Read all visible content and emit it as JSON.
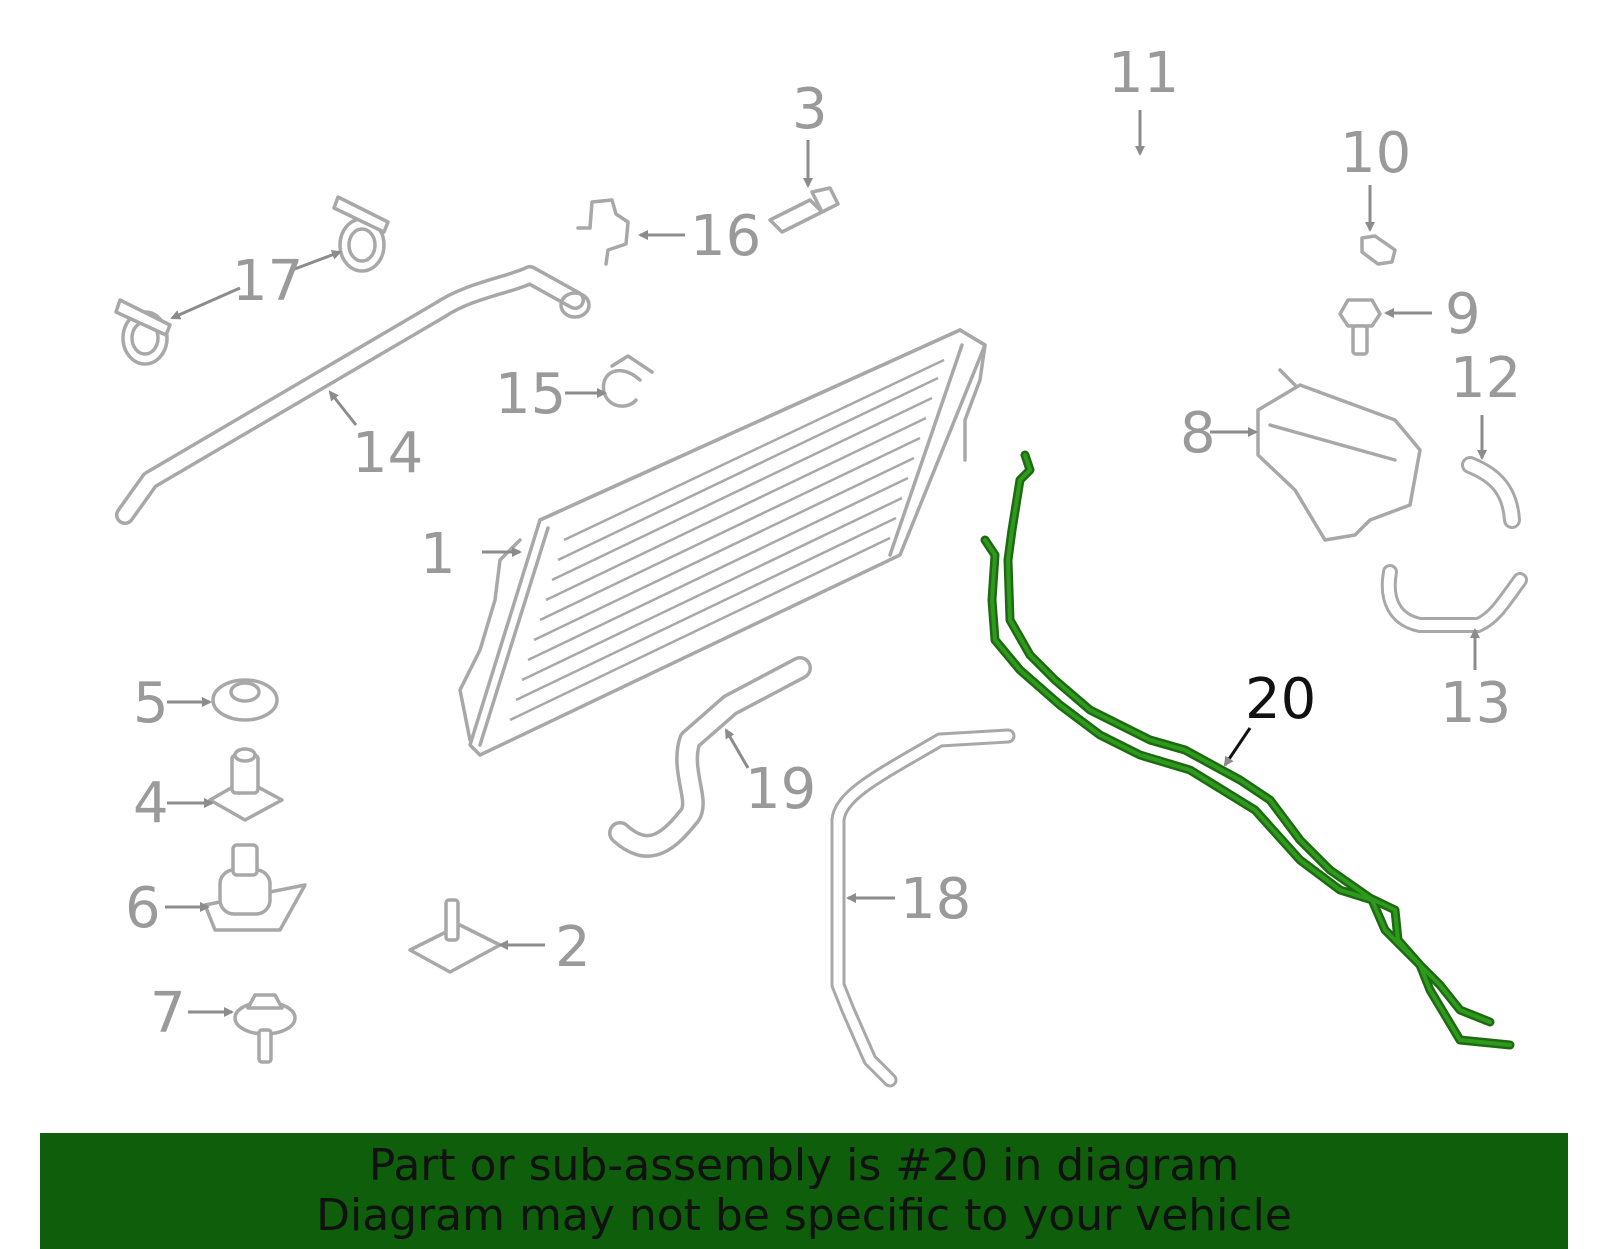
{
  "diagram": {
    "callouts": {
      "c1": "1",
      "c2": "2",
      "c3": "3",
      "c4": "4",
      "c5": "5",
      "c6": "6",
      "c7": "7",
      "c8": "8",
      "c9": "9",
      "c10": "10",
      "c11": "11",
      "c12": "12",
      "c13": "13",
      "c14": "14",
      "c15": "15",
      "c16": "16",
      "c17": "17",
      "c18": "18",
      "c19": "19",
      "c20": "20"
    },
    "highlight_color": "#1e6a12",
    "highlighted_part": "20"
  },
  "banner": {
    "line1": "Part or sub-assembly is #20 in diagram",
    "line2": "Diagram may not be specific to your vehicle",
    "background": "#0f5e0b"
  }
}
